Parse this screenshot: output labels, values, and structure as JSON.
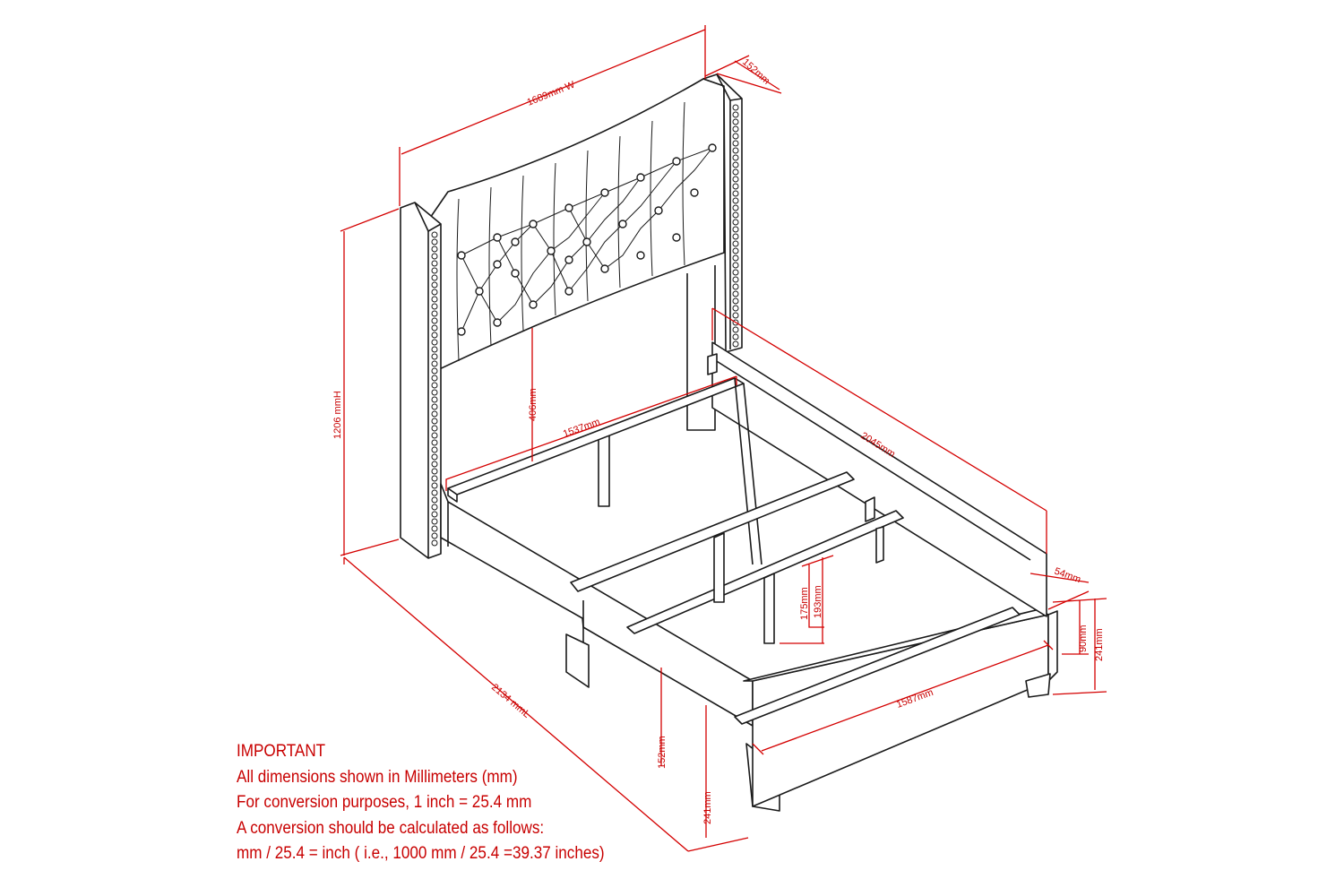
{
  "dimensions": {
    "headboard_width": "1689mm W",
    "wing_depth": "152mm",
    "overall_height": "1206 mmH",
    "headboard_clearance": "406mm",
    "frame_inner_width": "1537mm",
    "side_rail_length": "2045mm",
    "rail_thickness": "54mm",
    "footboard_height": "90mm",
    "footboard_total_height": "241mm",
    "leg_height_a": "175mm",
    "leg_height_b": "193mm",
    "footboard_width": "1587mm",
    "overall_length": "2134 mmL",
    "side_rail_height": "152mm",
    "corner_height": "241mm"
  },
  "notes": {
    "heading": "IMPORTANT",
    "line1": "All dimensions shown in Millimeters (mm)",
    "line2": "For conversion purposes, 1 inch = 25.4 mm",
    "line3": "A conversion should be calculated as follows:",
    "line4": "mm / 25.4 = inch ( i.e., 1000 mm / 25.4 =39.37 inches)"
  },
  "colors": {
    "dimension_red": "#d40000",
    "line_black": "#1a1a1a"
  }
}
